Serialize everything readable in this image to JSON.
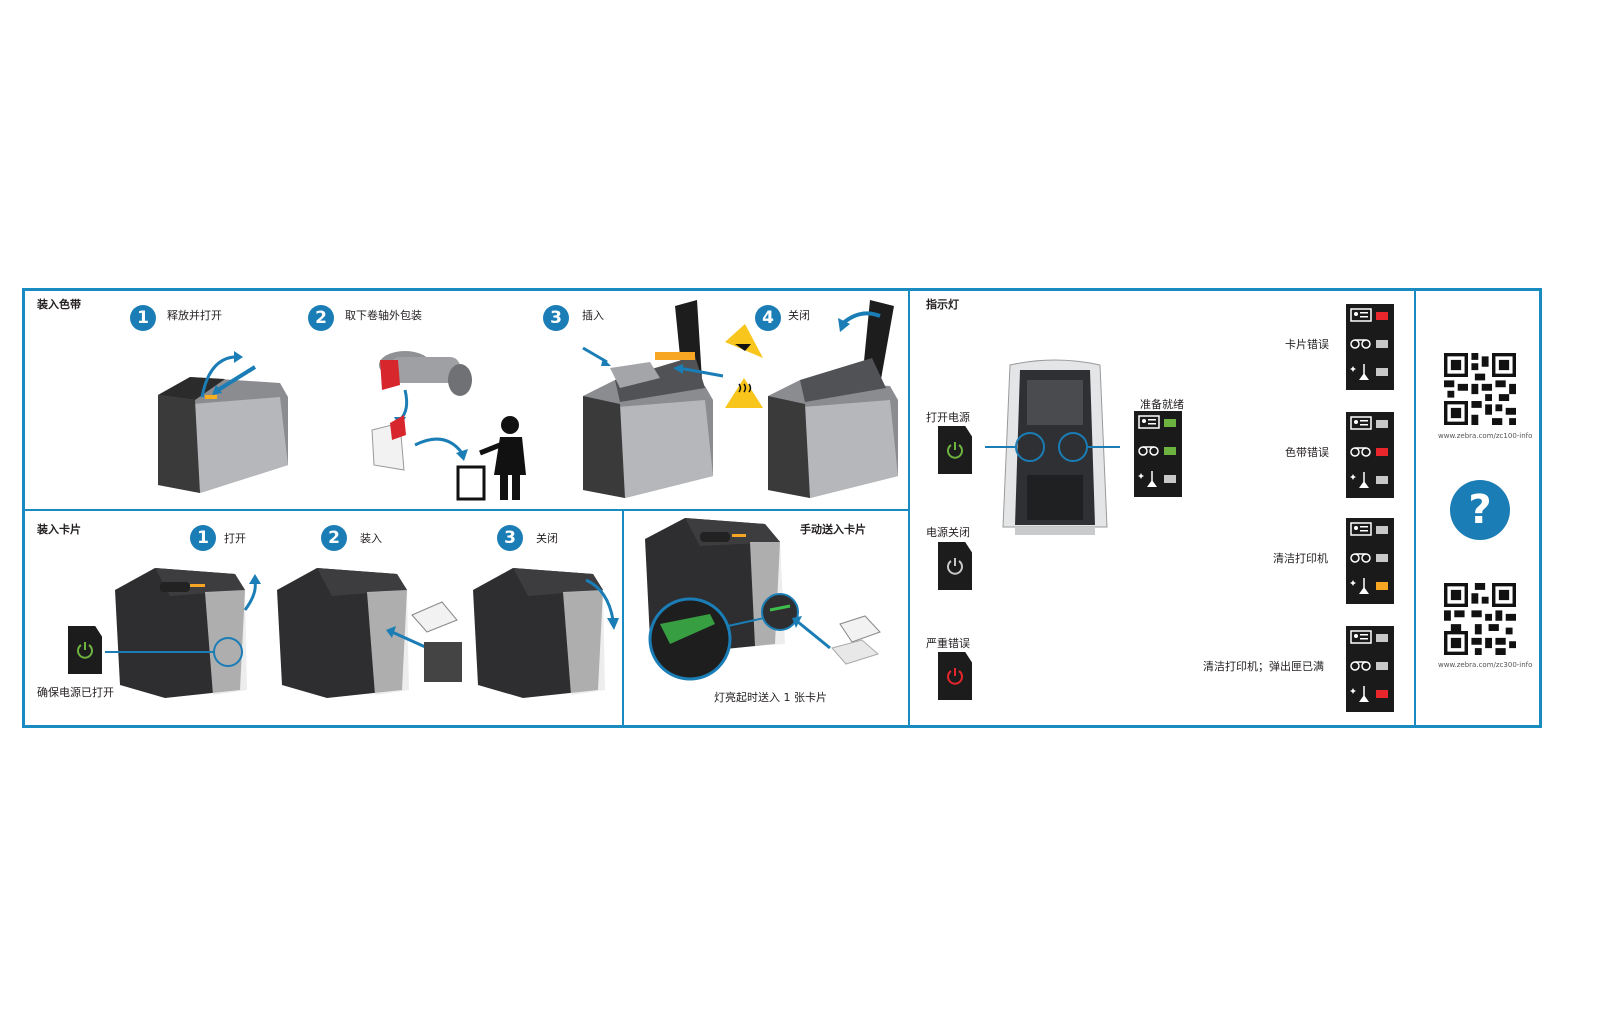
{
  "ribbon": {
    "title": "装入色带",
    "steps": [
      {
        "num": "1",
        "label": "释放并打开"
      },
      {
        "num": "2",
        "label": "取下卷轴外包装"
      },
      {
        "num": "3",
        "label": "插入"
      },
      {
        "num": "4",
        "label": "关闭"
      }
    ]
  },
  "cards": {
    "title": "装入卡片",
    "steps": [
      {
        "num": "1",
        "label": "打开"
      },
      {
        "num": "2",
        "label": "装入"
      },
      {
        "num": "3",
        "label": "关闭"
      }
    ],
    "power_note": "确保电源已打开"
  },
  "manual": {
    "title": "手动送入卡片",
    "note": "灯亮起时送入 1 张卡片"
  },
  "indicators": {
    "title": "指示灯",
    "power_on": "打开电源",
    "power_off": "电源关闭",
    "critical": "严重错误",
    "ready": "准备就绪",
    "states": [
      {
        "label": "卡片错误"
      },
      {
        "label": "色带错误"
      },
      {
        "label": "清洁打印机"
      },
      {
        "label": "清洁打印机；弹出匣已满"
      }
    ]
  },
  "colors": {
    "accent": "#1a8bc0",
    "led_green": "#6db33f",
    "led_red": "#e8262c",
    "led_amber": "#f6a623",
    "led_off": "#c8c8c8"
  },
  "links": {
    "zc100": "www.zebra.com/zc100-info",
    "zc300": "www.zebra.com/zc300-info"
  },
  "help": {
    "symbol": "?"
  }
}
